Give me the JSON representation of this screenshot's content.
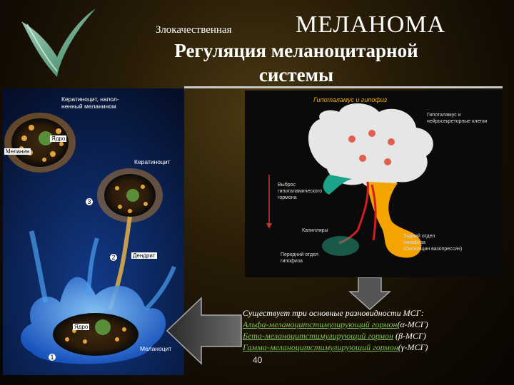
{
  "header": {
    "subtitle": "Злокачественная",
    "title": "МЕЛАНОМА",
    "heading_line1": "Регуляция меланоцитарной",
    "heading_line2": "системы"
  },
  "left_figure": {
    "label_keratinocyte_filled": "Кератиноцит, напол-\nненный меланином",
    "label_nucleus_top": "Ядро",
    "label_melanin": "Меланин",
    "label_keratinocyte": "Кератиноцит",
    "label_dendrite": "Дендрит",
    "label_nucleus_bottom": "Ядро",
    "label_melanocyte": "Меланоцит",
    "marker_1": "1",
    "marker_2": "2",
    "marker_3": "3"
  },
  "right_figure": {
    "title": "Гипоталамус и гипофиз",
    "label_hypothalamus_cells": "Гипоталамус и\nнейросекреторные клетки",
    "label_release": "Выброс\nгипоталамического\nгормона",
    "label_capillaries": "Капилляры",
    "label_posterior": "Задний отдел\nгипофиза\n(Окситоцин вазопрессин)",
    "label_anterior": "Передний отдел\nгипофиза"
  },
  "info": {
    "intro": "Существует три основные разновидности МСГ:",
    "alpha_link": "Альфа-меланоцитстимулирующий гормон",
    "alpha_abbr": "(α-МСГ)",
    "beta_link": "Бета-меланоцитстимулирующий гормон",
    "beta_abbr": " (β-МСГ)",
    "gamma_link": "Гамма-меланоцитстимулирующий гормон",
    "gamma_abbr": "(γ-МСГ)"
  },
  "page_number": "40",
  "colors": {
    "accent_green": "#7dc25a",
    "pituitary_orange": "#f5a300",
    "hypothalamus_white": "#e6e6e6"
  }
}
